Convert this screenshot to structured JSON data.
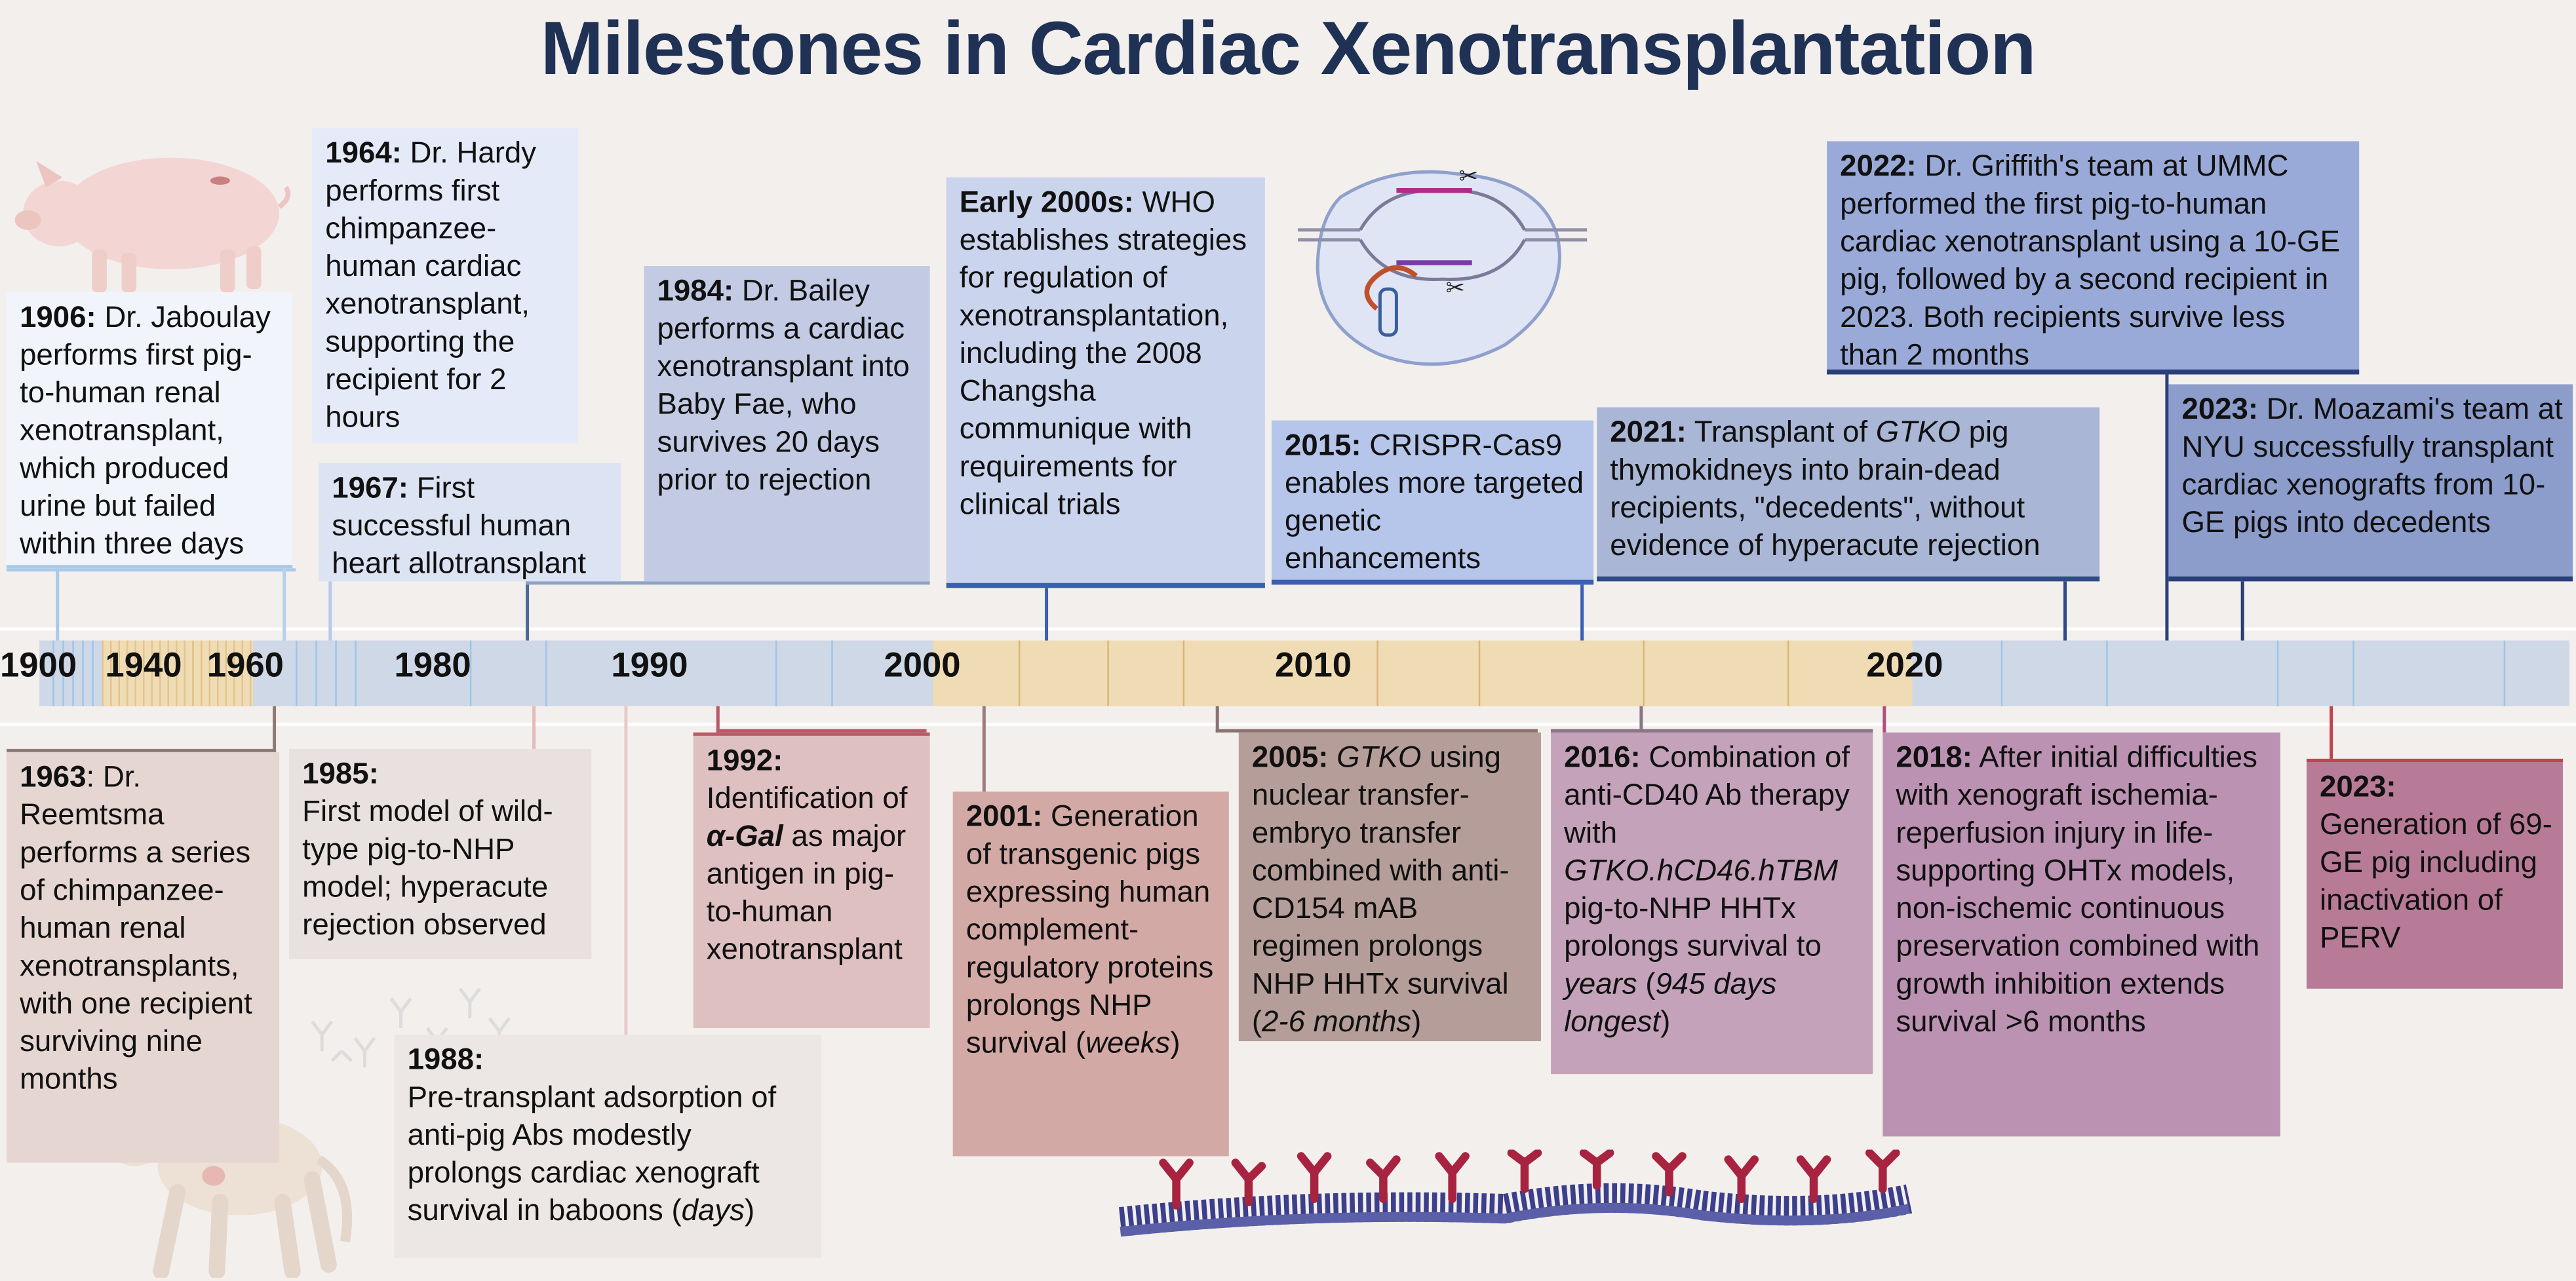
{
  "title": "Milestones in Cardiac Xenotransplantation",
  "axis_labels": [
    "1900",
    "1940",
    "1960",
    "1980",
    "1990",
    "2000",
    "2010",
    "2020"
  ],
  "colors": {
    "title": "#1f3154",
    "timeline_track": "#cfd8e6",
    "timeline_orange": "#f0dcb4",
    "upper_marker_lines": "#3a5f9f",
    "lower_marker_lines": "#a36b6b"
  },
  "illustrations": [
    "pig-icon",
    "crispr-cas9-icon",
    "monkey-icon",
    "antibodies-icon",
    "cell-membrane-glycan-icon"
  ],
  "events_above": [
    {
      "year": "1906:",
      "text": " Dr. Jaboulay performs first pig-to-human renal xenotransplant, which produced urine but failed within three days"
    },
    {
      "year": "1964:",
      "text": " Dr. Hardy performs first chimpanzee-human cardiac xenotransplant, supporting the recipient for 2 hours"
    },
    {
      "year": "1967:",
      "text": " First successful human heart allotransplant"
    },
    {
      "year": "1984:",
      "text": " Dr. Bailey performs a cardiac xenotransplant into Baby Fae, who survives 20 days prior to rejection"
    },
    {
      "year": "Early 2000s:",
      "text": " WHO establishes strategies for regulation of xenotransplantation, including the 2008 Changsha communique with requirements for clinical trials"
    },
    {
      "year": "2015:",
      "text": " CRISPR-Cas9 enables more targeted genetic enhancements"
    },
    {
      "year": "2021:",
      "text_a": " Transplant of ",
      "italic": "GTKO",
      "text_b": " pig thymokidneys into brain-dead recipients, \"decedents\", without evidence of  hyperacute rejection"
    },
    {
      "year": "2022:",
      "text": " Dr. Griffith's team at UMMC performed the first pig-to-human cardiac xenotransplant using a 10-GE pig, followed by a second recipient in 2023. Both recipients survive less than 2 months"
    },
    {
      "year": "2023:",
      "text": " Dr. Moazami's team at NYU successfully transplant cardiac xenografts from 10-GE pigs into decedents"
    }
  ],
  "events_below": [
    {
      "year": "1963",
      "text": ": Dr. Reemtsma performs a series of chimpanzee-human renal xenotransplants, with one recipient surviving nine months"
    },
    {
      "year": "1985:",
      "text": "First model of wild-type pig-to-NHP model; hyperacute rejection observed"
    },
    {
      "year": "1988:",
      "text_a": "Pre-transplant adsorption of anti-pig Abs modestly prolongs cardiac xenograft survival in baboons (",
      "italic": "days",
      "text_b": ")"
    },
    {
      "year": "1992:",
      "text_a": "Identification of ",
      "italic": "α-Gal",
      "text_b": " as major antigen in pig-to-human xenotransplant"
    },
    {
      "year": "2001:",
      "text_a": " Generation of transgenic pigs expressing human complement-regulatory proteins prolongs NHP survival (",
      "italic": "weeks",
      "text_b": ")"
    },
    {
      "year": "2005:",
      "italic": "GTKO",
      "text_a": " using nuclear transfer-embryo transfer combined with anti-CD154 mAB regimen prolongs NHP HHTx survival (",
      "italic2": "2-6 months",
      "text_b": ")"
    },
    {
      "year": "2016:",
      "text_a": " Combination of anti-CD40 Ab therapy with ",
      "italic": "GTKO.hCD46.hTBM",
      "text_b": " pig-to-NHP HHTx prolongs survival to ",
      "italic2": "years",
      "text_c": " (",
      "italic3": "945 days longest",
      "text_d": ")"
    },
    {
      "year": "2018:",
      "text": " After initial difficulties with xenograft ischemia-reperfusion injury in life-supporting OHTx models, non-ischemic continuous preservation combined with growth inhibition extends survival >6 months"
    },
    {
      "year": "2023:",
      "text": "Generation of 69-GE pig including inactivation of PERV"
    }
  ]
}
